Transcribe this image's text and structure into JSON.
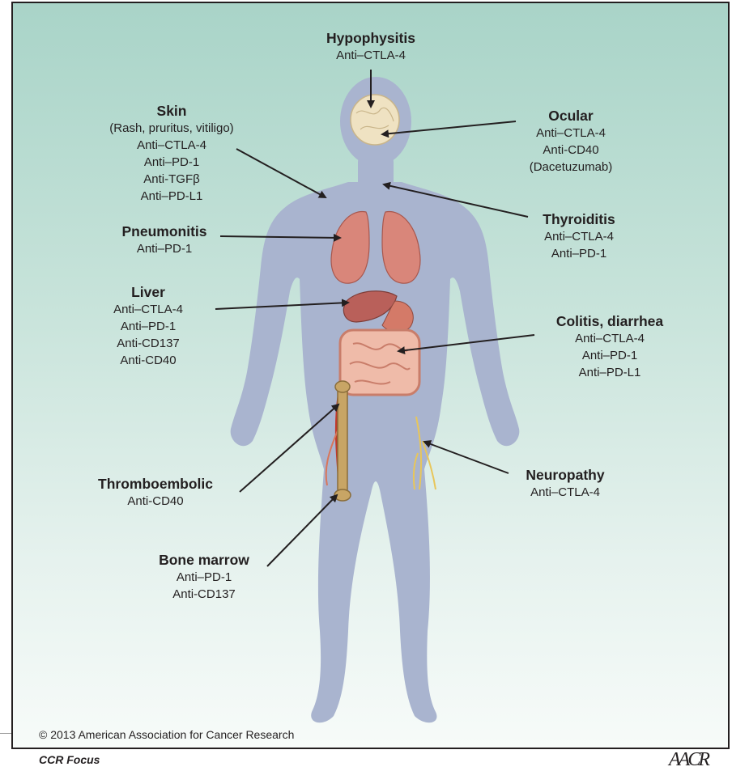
{
  "labels": {
    "hypophysitis": {
      "title": "Hypophysitis",
      "lines": [
        "Anti–CTLA-4"
      ]
    },
    "ocular": {
      "title": "Ocular",
      "lines": [
        "Anti–CTLA-4",
        "Anti-CD40",
        "(Dacetuzumab)"
      ]
    },
    "skin": {
      "title": "Skin",
      "lines": [
        "(Rash, pruritus, vitiligo)",
        "Anti–CTLA-4",
        "Anti–PD-1",
        "Anti-TGFβ",
        "Anti–PD-L1"
      ]
    },
    "thyroiditis": {
      "title": "Thyroiditis",
      "lines": [
        "Anti–CTLA-4",
        "Anti–PD-1"
      ]
    },
    "pneumonitis": {
      "title": "Pneumonitis",
      "lines": [
        "Anti–PD-1"
      ]
    },
    "liver": {
      "title": "Liver",
      "lines": [
        "Anti–CTLA-4",
        "Anti–PD-1",
        "Anti-CD137",
        "Anti-CD40"
      ]
    },
    "colitis": {
      "title": "Colitis, diarrhea",
      "lines": [
        "Anti–CTLA-4",
        "Anti–PD-1",
        "Anti–PD-L1"
      ]
    },
    "thromboembolic": {
      "title": "Thromboembolic",
      "lines": [
        "Anti-CD40"
      ]
    },
    "neuropathy": {
      "title": "Neuropathy",
      "lines": [
        "Anti–CTLA-4"
      ]
    },
    "bone_marrow": {
      "title": "Bone marrow",
      "lines": [
        "Anti–PD-1",
        "Anti-CD137"
      ]
    }
  },
  "footer": {
    "copyright": "© 2013 American Association for Cancer Research",
    "journal": "CCR Focus",
    "logo": "AACR"
  },
  "colors": {
    "body": "#a9b4cf",
    "organ": "#d9867a",
    "brain": "#efe2c2",
    "arrow": "#231f20"
  }
}
